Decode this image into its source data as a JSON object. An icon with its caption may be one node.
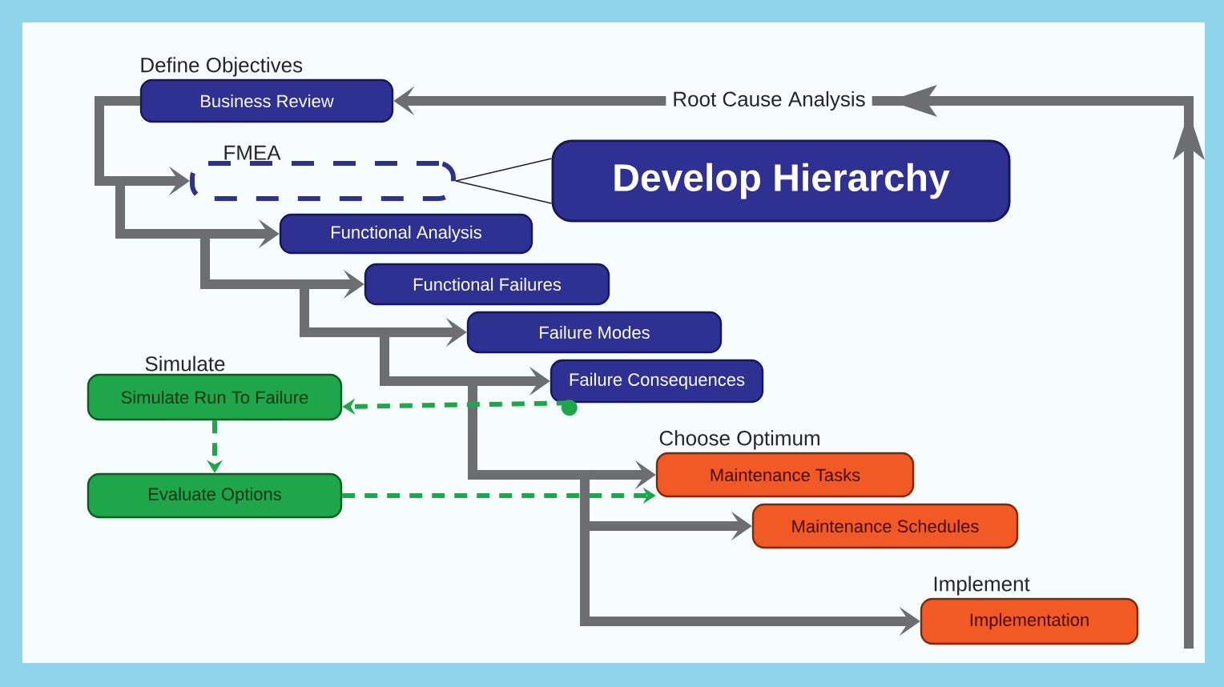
{
  "diagram": {
    "nodes": [
      {
        "text": [
          "Define Objectives",
          "Business Review"
        ]
      },
      {
        "text": [
          "FMEA"
        ]
      },
      {
        "text": [
          "Develop Hierarchy"
        ]
      },
      {
        "text": [
          "Functional Analysis"
        ]
      },
      {
        "text": [
          "Functional Failures"
        ]
      },
      {
        "text": [
          "Failure Modes"
        ]
      },
      {
        "text": [
          "Failure Consequences"
        ]
      },
      {
        "text": [
          "Simulate",
          "Simulate Run To Failure"
        ]
      },
      {
        "text": [
          "Evaluate Options"
        ]
      },
      {
        "text": [
          "Choose Optimum",
          "Maintenance Tasks"
        ]
      },
      {
        "text": [
          "Maintenance Schedules"
        ]
      },
      {
        "text": [
          "Implement",
          "Implementation"
        ]
      }
    ],
    "edges": [
      {
        "from": 0,
        "to": 1,
        "arrow": "to"
      },
      {
        "from": 0,
        "to": 3,
        "arrow": "to"
      },
      {
        "from": 0,
        "to": 4,
        "arrow": "to"
      },
      {
        "from": 0,
        "to": 5,
        "arrow": "to"
      },
      {
        "from": 0,
        "to": 6,
        "arrow": "to"
      },
      {
        "from": 0,
        "to": 9,
        "arrow": "to"
      },
      {
        "from": 0,
        "to": 10,
        "arrow": "to"
      },
      {
        "from": 0,
        "to": 11,
        "arrow": "to"
      },
      {
        "from": 1,
        "to": 2,
        "arrow": "none",
        "color": "#231f20"
      },
      {
        "from": 6,
        "to": 7,
        "arrow": "to",
        "style": "dashed",
        "color": "#1fa64a"
      },
      {
        "from": 7,
        "to": 8,
        "arrow": "to",
        "style": "dashed",
        "color": "#1fa64a"
      },
      {
        "from": 8,
        "to": 9,
        "arrow": "to",
        "style": "dashed",
        "color": "#1fa64a"
      },
      {
        "from": null,
        "to": 0,
        "arrow": "to",
        "label": "Root Cause Analysis"
      }
    ]
  }
}
